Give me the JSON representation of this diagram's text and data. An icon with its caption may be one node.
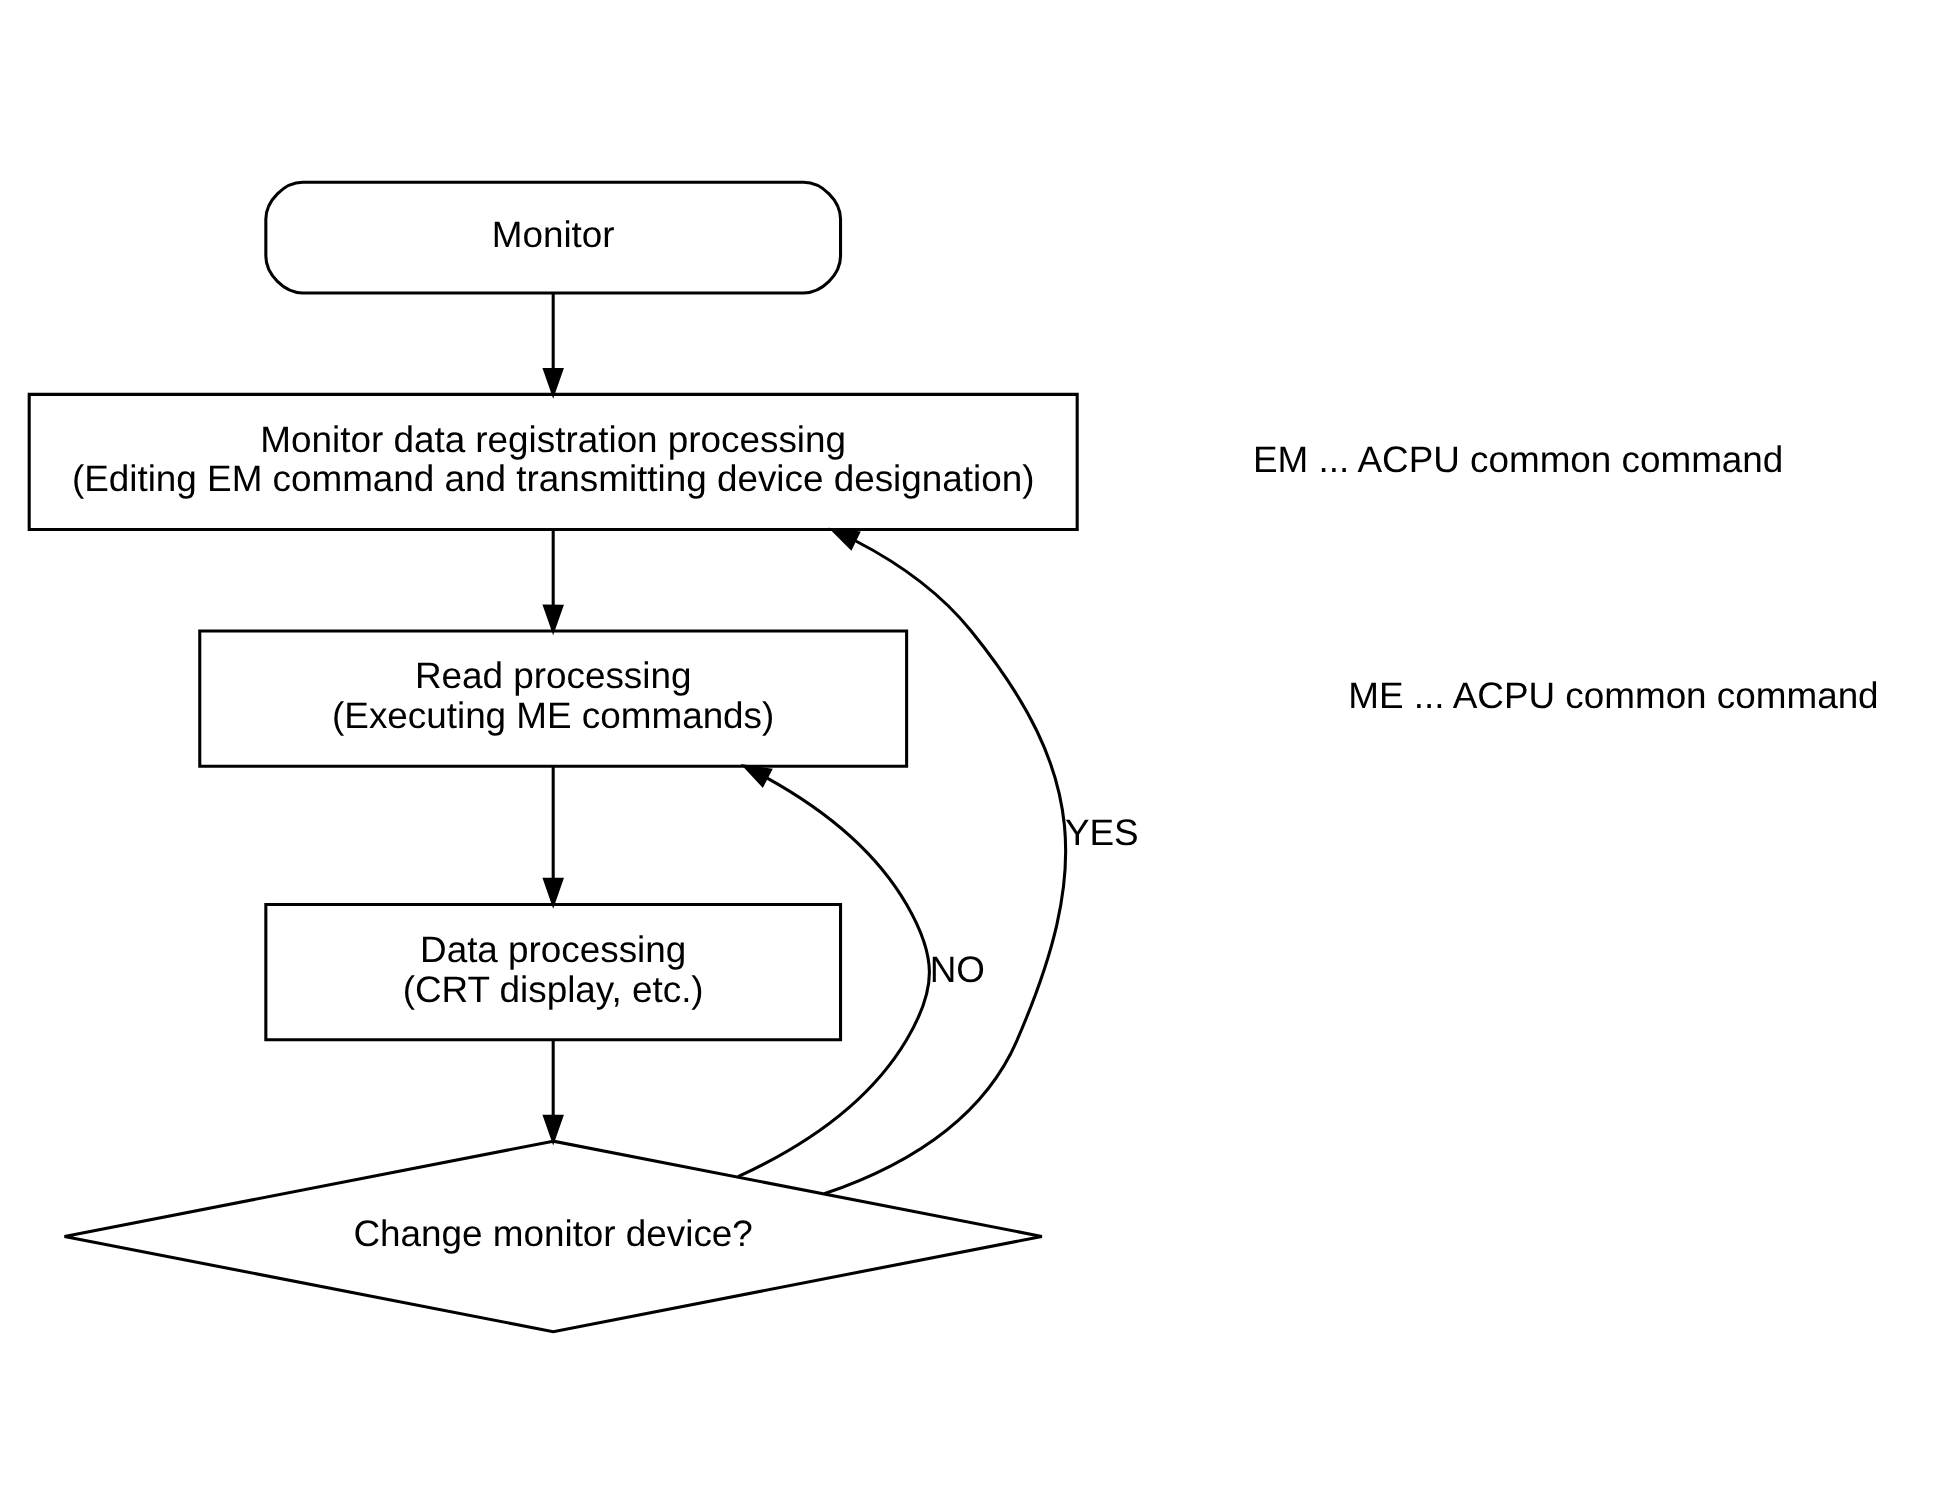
{
  "diagram": {
    "nodes": [
      {
        "text": [
          "Monitor"
        ]
      },
      {
        "text": [
          "Monitor data registration processing",
          "(Editing EM command and transmitting device designation)"
        ]
      },
      {
        "text": [
          "Read processing",
          "(Executing ME commands)"
        ]
      },
      {
        "text": [
          "Data processing",
          "(CRT display, etc.)"
        ]
      },
      {
        "text": [
          "Change monitor device?"
        ]
      }
    ],
    "edges": [
      {
        "from": 0,
        "to": 1,
        "arrow": "to"
      },
      {
        "from": 1,
        "to": 2,
        "arrow": "to"
      },
      {
        "from": 2,
        "to": 3,
        "arrow": "to"
      },
      {
        "from": 3,
        "to": 4,
        "arrow": "to"
      },
      {
        "from": 4,
        "to": 2,
        "arrow": "to",
        "label": "NO"
      },
      {
        "from": 4,
        "to": 1,
        "arrow": "to",
        "label": "YES"
      }
    ],
    "labels": [
      "EM ... ACPU common command",
      "ME ... ACPU common command"
    ]
  }
}
